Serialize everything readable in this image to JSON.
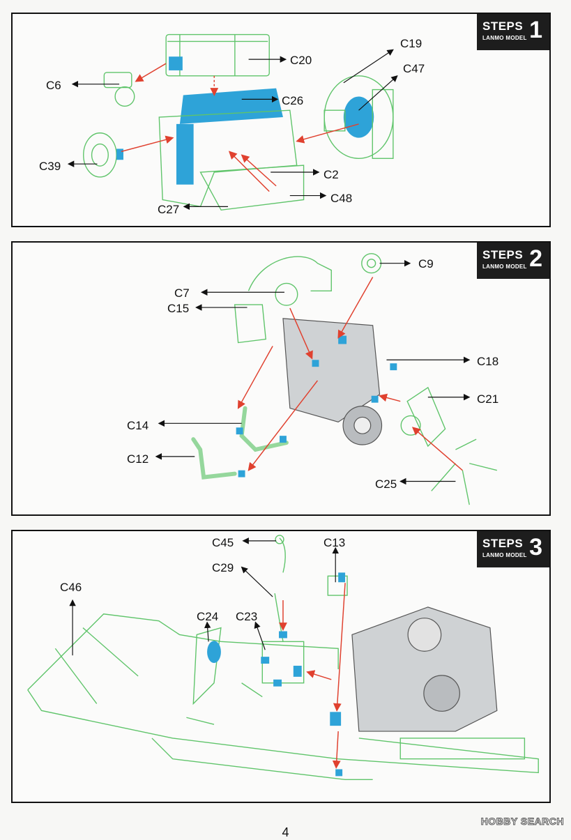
{
  "steps_word": "STEPS",
  "brand": "LANMO MODEL",
  "step1": {
    "number": "1",
    "labels": {
      "c6": "C6",
      "c20": "C20",
      "c26": "C26",
      "c19": "C19",
      "c47": "C47",
      "c39": "C39",
      "c2": "C2",
      "c48": "C48",
      "c27": "C27"
    }
  },
  "step2": {
    "number": "2",
    "labels": {
      "c9": "C9",
      "c7": "C7",
      "c15": "C15",
      "c18": "C18",
      "c21": "C21",
      "c14": "C14",
      "c12": "C12",
      "c25": "C25"
    }
  },
  "step3": {
    "number": "3",
    "labels": {
      "c45": "C45",
      "c13": "C13",
      "c29": "C29",
      "c46": "C46",
      "c24": "C24",
      "c23": "C23"
    }
  },
  "page_number": "4",
  "watermark": "HOBBY SEARCH",
  "colors": {
    "line_art": "#5fc46a",
    "highlight": "#2ea3d8",
    "arrow": "#e0412f",
    "badge": "#1d1d1d"
  }
}
